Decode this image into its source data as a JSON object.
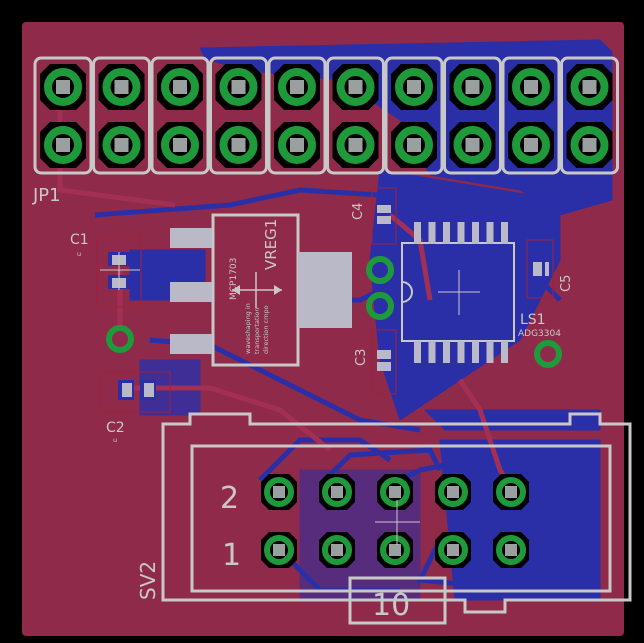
{
  "colors": {
    "background": "#000000",
    "board": "#8f2a4a",
    "bottom_copper": "#2a2fa8",
    "silkscreen": "#c8c8c8",
    "pad_ring": "#1f9a3a",
    "pad_hole": "#9aa0a0",
    "smd_pad": "#b9b9c8"
  },
  "labels": {
    "jp1": "JP1",
    "c1": "C1",
    "c2": "C2",
    "c3": "C3",
    "c4": "C4",
    "c5": "C5",
    "reg_name": "MCP1703",
    "reg_ref": "VREG1",
    "reg_note_1": "waveshaping in",
    "reg_note_2": "transportation",
    "reg_note_3": "direction cmpo",
    "ls1": "LS1",
    "ls1_part": "ADG3304",
    "sv2": "SV2",
    "sv2_row2": "2",
    "sv2_row1": "1",
    "sv2_pins": "10",
    "cap_unit": "u"
  }
}
